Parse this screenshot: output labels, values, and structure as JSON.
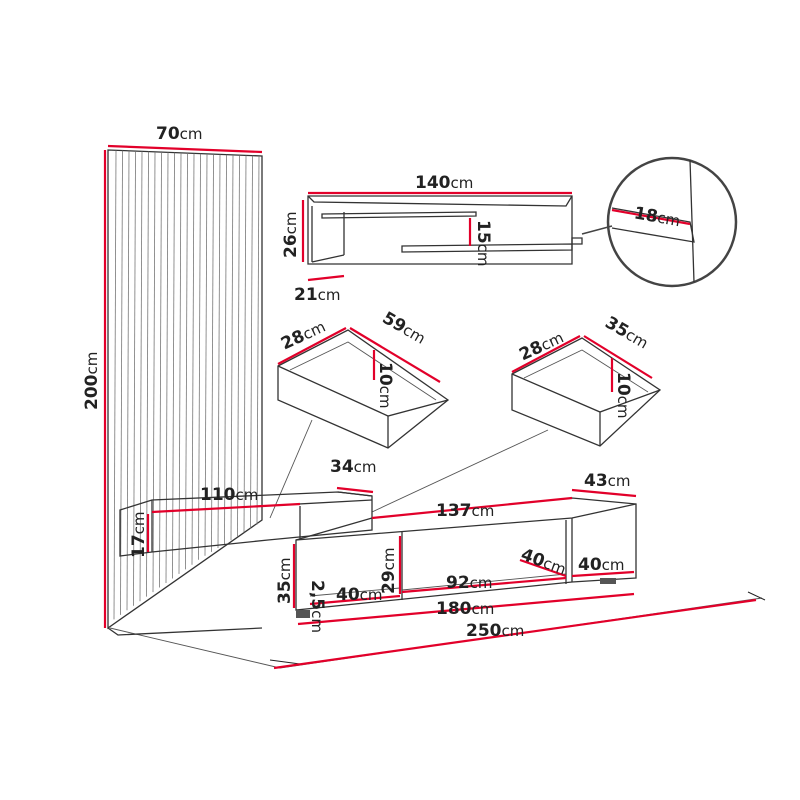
{
  "dimensions": {
    "panel_width": {
      "value": "70",
      "unit": "cm"
    },
    "panel_height": {
      "value": "200",
      "unit": "cm"
    },
    "shelf_length": {
      "value": "140",
      "unit": "cm"
    },
    "shelf_height": {
      "value": "26",
      "unit": "cm"
    },
    "shelf_inner": {
      "value": "15",
      "unit": "cm"
    },
    "shelf_depth": {
      "value": "21",
      "unit": "cm"
    },
    "detail_depth": {
      "value": "18",
      "unit": "cm"
    },
    "drawer_large_depth": {
      "value": "28",
      "unit": "cm"
    },
    "drawer_large_width": {
      "value": "59",
      "unit": "cm"
    },
    "drawer_large_height": {
      "value": "10",
      "unit": "cm"
    },
    "drawer_small_depth": {
      "value": "28",
      "unit": "cm"
    },
    "drawer_small_width": {
      "value": "35",
      "unit": "cm"
    },
    "drawer_small_height": {
      "value": "10",
      "unit": "cm"
    },
    "hanging_depth": {
      "value": "34",
      "unit": "cm"
    },
    "hanging_width": {
      "value": "110",
      "unit": "cm"
    },
    "hanging_height": {
      "value": "17",
      "unit": "cm"
    },
    "tv_top_width": {
      "value": "137",
      "unit": "cm"
    },
    "tv_depth": {
      "value": "43",
      "unit": "cm"
    },
    "tv_compartment_height": {
      "value": "29",
      "unit": "cm"
    },
    "tv_height": {
      "value": "35",
      "unit": "cm"
    },
    "leg_height": {
      "value": "2,5",
      "unit": "cm"
    },
    "left_compartment": {
      "value": "40",
      "unit": "cm"
    },
    "middle_compartment": {
      "value": "92",
      "unit": "cm"
    },
    "right_drawer_inner": {
      "value": "40",
      "unit": "cm"
    },
    "right_compartment": {
      "value": "40",
      "unit": "cm"
    },
    "tv_width": {
      "value": "180",
      "unit": "cm"
    },
    "total_width": {
      "value": "250",
      "unit": "cm"
    }
  },
  "colors": {
    "dimension_line": "#e2002a",
    "outline": "#333333"
  }
}
